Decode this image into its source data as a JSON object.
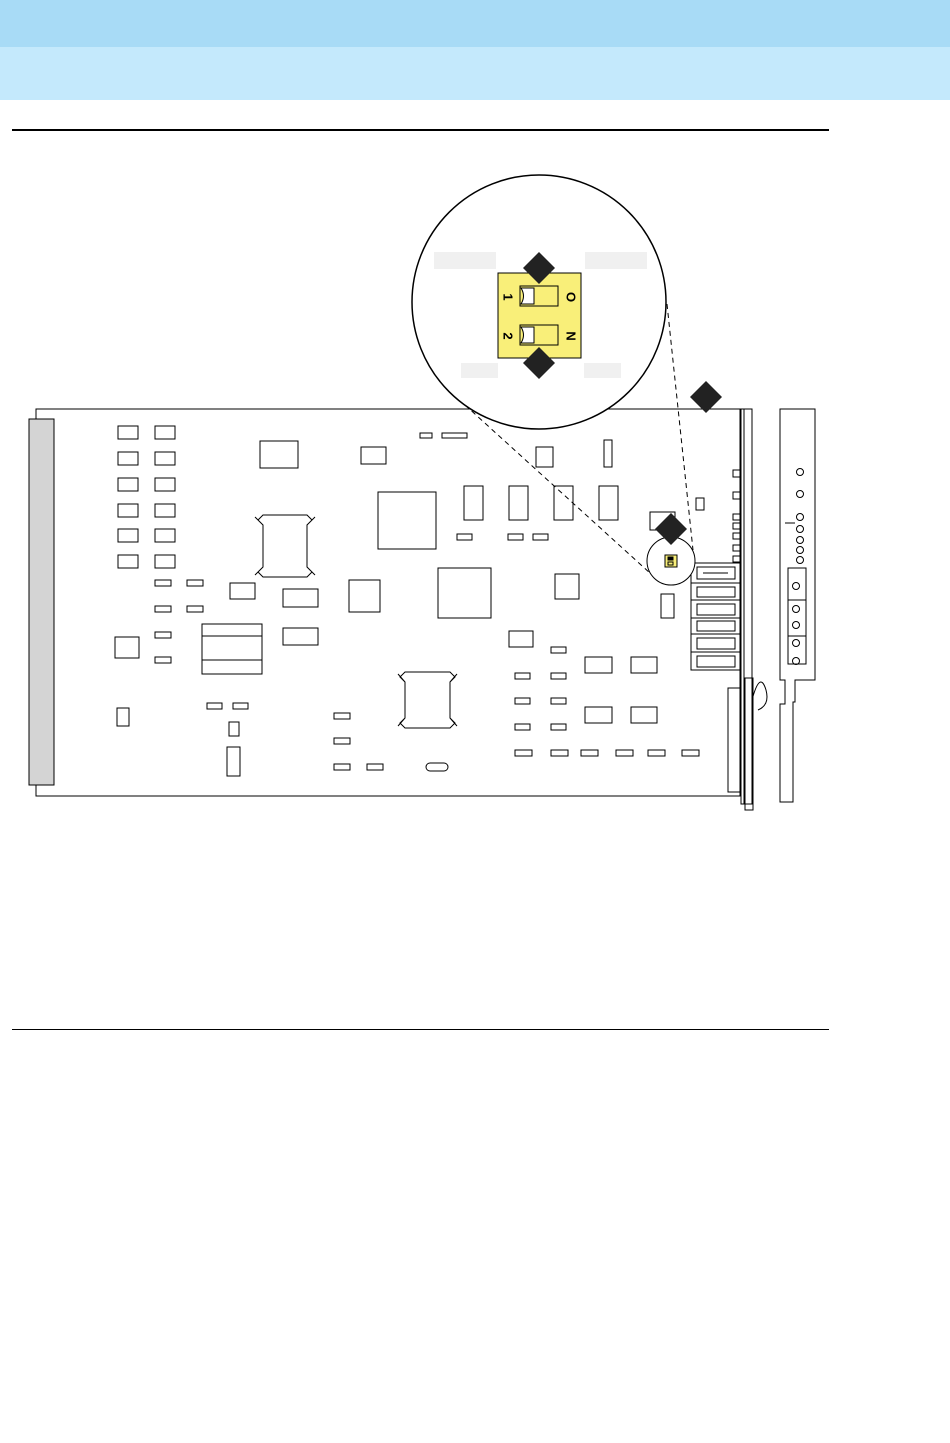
{
  "header": {
    "band_top_color": "#A8DBF6",
    "band_mid_color": "#C4E9FC"
  },
  "colors": {
    "line": "#000000",
    "switch_fill": "#F9EF79",
    "callout_fill": "#222222",
    "placeholder_fill": "#F0F0F0",
    "card_panel_fill": "#D4D4D4"
  },
  "switch_labels": {
    "pos_1": "1",
    "pos_2": "2",
    "on_o": "O",
    "on_n": "N"
  }
}
